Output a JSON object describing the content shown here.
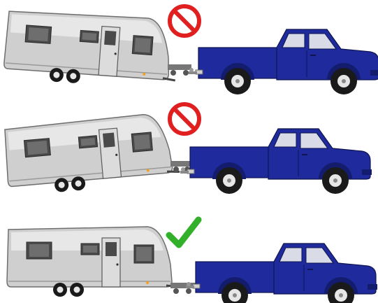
{
  "rows": [
    {
      "status": "not-allowed",
      "status_icon": "prohibited-icon",
      "trailer_attitude": "nose-down"
    },
    {
      "status": "not-allowed",
      "status_icon": "prohibited-icon",
      "trailer_attitude": "nose-up"
    },
    {
      "status": "allowed",
      "status_icon": "checkmark-icon",
      "trailer_attitude": "level"
    }
  ],
  "colors": {
    "truck_body": "#1f2a9c",
    "truck_dark": "#141c6e",
    "trailer_body": "#cfcfcf",
    "trailer_light": "#ececec",
    "prohibited": "#e02020",
    "check": "#33b02a",
    "tire": "#1a1a1a",
    "rim": "#e6e6e6"
  }
}
